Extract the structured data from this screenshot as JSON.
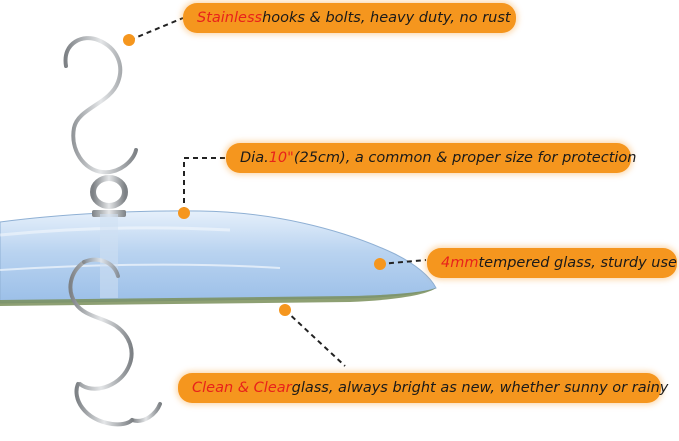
{
  "callouts": {
    "hooks": {
      "highlight": "Stainless",
      "rest": " hooks & bolts, heavy duty, no rust"
    },
    "diameter": {
      "prefix": "Dia. ",
      "highlight": "10\"",
      "rest": " (25cm), a common & proper size for protection"
    },
    "glass": {
      "highlight": "4mm",
      "rest": " tempered glass, sturdy use"
    },
    "clear": {
      "highlight": "Clean & Clear",
      "rest": " glass, always bright as new, whether sunny or rainy"
    }
  },
  "colors": {
    "callout_bg": "#f5961e",
    "highlight_text": "#e8221b",
    "leader_line": "#222222",
    "glass_rim": "#7a8f5a",
    "glass_body": "#a9c9ee",
    "steel": "#a8abae"
  }
}
